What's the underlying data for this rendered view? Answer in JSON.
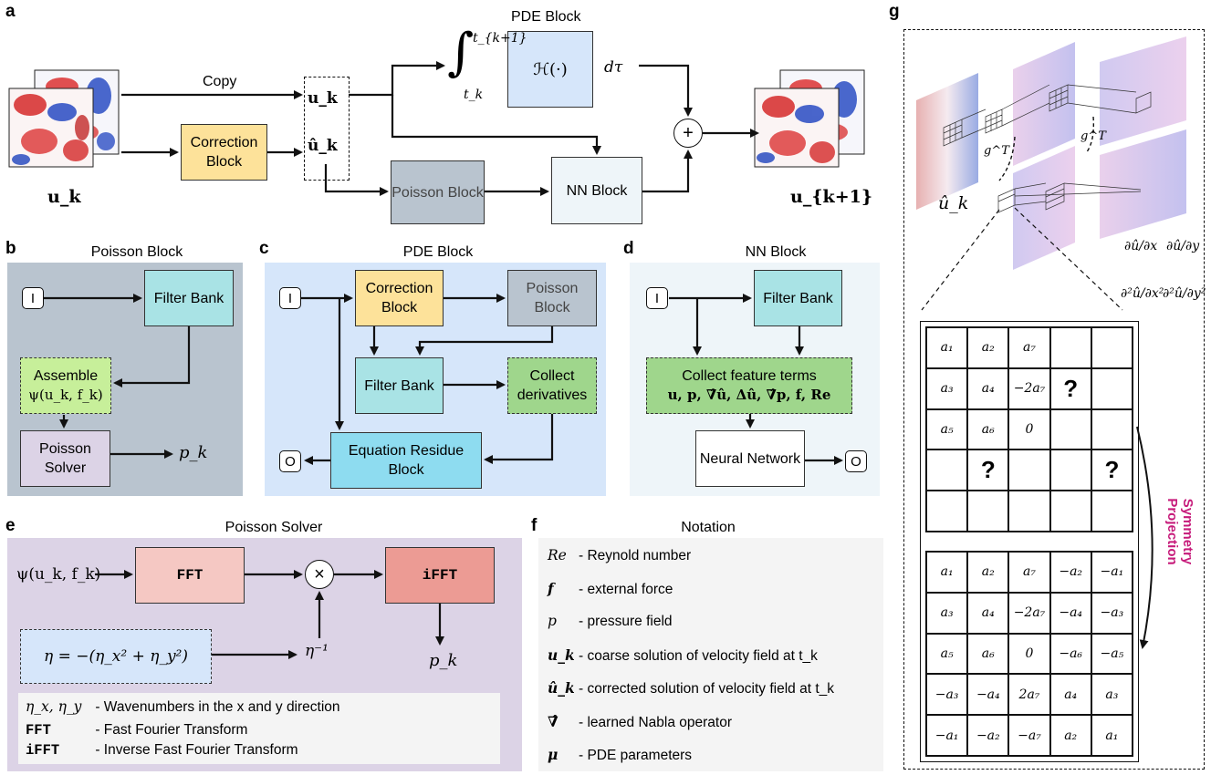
{
  "panel_a": {
    "letter": "a",
    "copy_label": "Copy",
    "pde_block_title": "PDE Block",
    "correction_block": "Correction Block",
    "poisson_block": "Poisson Block",
    "nn_block": "NN Block",
    "u_k": "u_k",
    "u_hat_k": "û_k",
    "u_k1": "u_{k+1}",
    "integral_upper": "t_{k+1}",
    "integral_lower": "t_k",
    "operator": "ℋ(·)",
    "dtau": "dτ",
    "plus": "+"
  },
  "panel_b": {
    "letter": "b",
    "title": "Poisson Block",
    "input": "I",
    "filter_bank": "Filter Bank",
    "assemble_line1": "Assemble",
    "assemble_line2": "ψ(u_k, f_k)",
    "solver": "Poisson Solver",
    "output": "p_k"
  },
  "panel_c": {
    "letter": "c",
    "title": "PDE Block",
    "input": "I",
    "output": "O",
    "correction_block": "Correction Block",
    "poisson_block": "Poisson Block",
    "filter_bank": "Filter Bank",
    "collect": "Collect derivatives",
    "equation": "Equation Residue Block"
  },
  "panel_d": {
    "letter": "d",
    "title": "NN Block",
    "input": "I",
    "output": "O",
    "filter_bank": "Filter Bank",
    "collect_line1": "Collect feature terms",
    "collect_line2": "u, p, ∇̂û, Δû, ∇̂p, f, Re",
    "neural_network": "Neural Network"
  },
  "panel_e": {
    "letter": "e",
    "title": "Poisson Solver",
    "input": "ψ(u_k, f_k)",
    "fft": "FFT",
    "ifft": "iFFT",
    "times": "×",
    "eta_def": "η = −(η_x² + η_y²)",
    "eta_inv": "η⁻¹",
    "output": "p_k",
    "legend": [
      {
        "symbol": "η_x, η_y",
        "text": "- Wavenumbers in the x and y direction"
      },
      {
        "symbol": "FFT",
        "text": "- Fast Fourier Transform"
      },
      {
        "symbol": "iFFT",
        "text": "- Inverse Fast Fourier Transform"
      }
    ]
  },
  "panel_f": {
    "letter": "f",
    "title": "Notation",
    "items": [
      {
        "symbol": "Re",
        "text": "- Reynold number"
      },
      {
        "symbol": "f",
        "text": "- external force"
      },
      {
        "symbol": "p",
        "text": "- pressure field"
      },
      {
        "symbol": "u_k",
        "text": "- coarse solution of velocity field at  t_k"
      },
      {
        "symbol": "û_k",
        "text": "- corrected solution of velocity field at  t_k"
      },
      {
        "symbol": "∇̂",
        "text": "- learned Nabla operator"
      },
      {
        "symbol": "μ",
        "text": "- PDE parameters"
      }
    ]
  },
  "panel_g": {
    "letter": "g",
    "u_hat": "û_k",
    "gT": "g^T",
    "derivatives": [
      "∂û/∂x",
      "∂û/∂y",
      "∂²û/∂x²",
      "∂²û/∂y²"
    ],
    "symmetry_label": "Symmetry Projection",
    "top_grid": [
      [
        "a₁",
        "a₂",
        "a₇",
        "",
        ""
      ],
      [
        "a₃",
        "a₄",
        "−2a₇",
        "?",
        ""
      ],
      [
        "a₅",
        "a₆",
        "0",
        "",
        ""
      ],
      [
        "",
        "?",
        "",
        "",
        "?"
      ],
      [
        "",
        "",
        "",
        "",
        ""
      ]
    ],
    "bottom_grid": [
      [
        "a₁",
        "a₂",
        "a₇",
        "−a₂",
        "−a₁"
      ],
      [
        "a₃",
        "a₄",
        "−2a₇",
        "−a₄",
        "−a₃"
      ],
      [
        "a₅",
        "a₆",
        "0",
        "−a₆",
        "−a₅"
      ],
      [
        "−a₃",
        "−a₄",
        "2a₇",
        "a₄",
        "a₃"
      ],
      [
        "−a₁",
        "−a₂",
        "−a₇",
        "a₂",
        "a₁"
      ]
    ]
  },
  "colors": {
    "correction": "#fde29a",
    "poisson": "#b9c4cf",
    "nn": "#eef5f9",
    "pde": "#d6e6fa",
    "filter": "#a9e3e5",
    "assemble": "#c7ef9a",
    "solver": "#dcd3e6",
    "collect": "#9fd68c",
    "equation": "#8edcf0",
    "panel_b_bg": "#b9c4cf",
    "panel_c_bg": "#d6e6fa",
    "panel_d_bg": "#eef5f9",
    "panel_e_bg": "#dcd3e6",
    "fft": "#f5c8c3",
    "ifft": "#ec9b94",
    "symmetry": "#c61a7a"
  }
}
